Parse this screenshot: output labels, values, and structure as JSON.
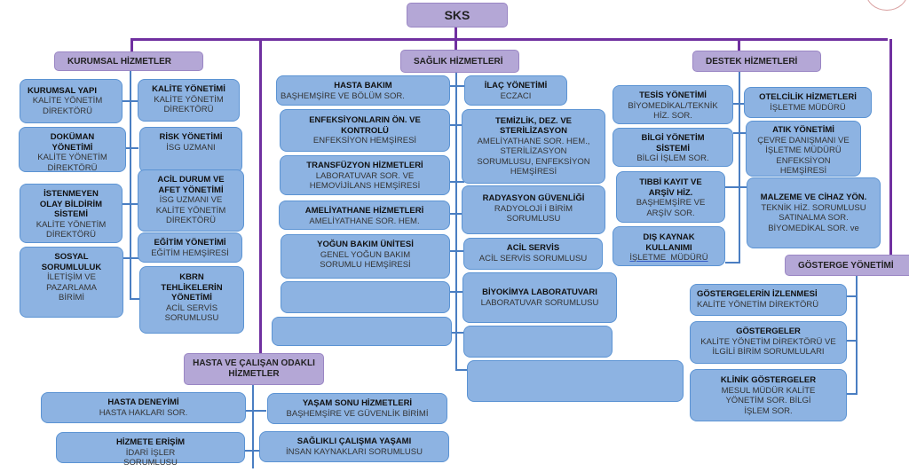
{
  "root": {
    "title": "SKS"
  },
  "colors": {
    "header_fill": "#b4a7d6",
    "box_fill": "#8db3e2",
    "purple_line": "#7030a0",
    "blue_line": "#4a7ec2"
  },
  "kurumsal": {
    "title": "KURUMSAL HİZMETLER",
    "left": [
      {
        "title": "KURUMSAL YAPI",
        "sub": "KALİTE YÖNETİM DİREKTÖRÜ"
      },
      {
        "title": "DOKÜMAN YÖNETİMİ",
        "sub": "KALİTE YÖNETİM DİREKTÖRÜ"
      },
      {
        "title": "İSTENMEYEN OLAY BİLDİRİM SİSTEMİ",
        "sub": "KALİTE YÖNETİM DİREKTÖRÜ"
      },
      {
        "title": "SOSYAL SORUMLULUK",
        "sub": "İLETİŞİM VE PAZARLAMA BİRİMİ"
      }
    ],
    "right": [
      {
        "title": "KALİTE YÖNETİMİ",
        "sub": "KALİTE YÖNETİM DİREKTÖRÜ"
      },
      {
        "title": "RİSK YÖNETİMİ",
        "sub": "İSG UZMANI"
      },
      {
        "title": "ACİL DURUM VE AFET YÖNETİMİ",
        "sub": "İSG UZMANI VE KALİTE YÖNETİM DİREKTÖRÜ"
      },
      {
        "title": "EĞİTİM YÖNETİMİ",
        "sub": "EĞİTİM HEMŞİRESİ"
      },
      {
        "title": "KBRN TEHLİKELERİN YÖNETİMİ",
        "sub": "ACİL SERVİS SORUMLUSU"
      }
    ]
  },
  "saglik": {
    "title": "SAĞLIK HİZMETLERİ",
    "left": [
      {
        "title": "HASTA BAKIM",
        "sub": "BAŞHEMŞİRE VE BÖLÜM SOR."
      },
      {
        "title": "ENFEKSİYONLARIN ÖN. VE KONTROLÜ",
        "sub": "ENFEKSİYON HEMŞİRESİ"
      },
      {
        "title": "TRANSFÜZYON HİZMETLERİ",
        "sub": "LABORATUVAR SOR. VE HEMOVİJİLANS HEMŞİRESİ"
      },
      {
        "title": "AMELİYATHANE HİZMETLERİ",
        "sub": "AMELİYATHANE SOR. HEM."
      },
      {
        "title": "YOĞUN BAKIM ÜNİTESİ",
        "sub": "GENEL YOĞUN BAKIM SORUMLU HEMŞİRESİ"
      },
      {
        "title": "",
        "sub": ""
      },
      {
        "title": "",
        "sub": ""
      }
    ],
    "right": [
      {
        "title": "İLAÇ YÖNETİMİ",
        "sub": "ECZACI"
      },
      {
        "title": "TEMİZLİK, DEZ. VE STERİLİZASYON",
        "sub": "AMELİYATHANE SOR. HEM., STERİLİZASYON SORUMLUSU, ENFEKSİYON HEMŞİRESİ"
      },
      {
        "title": "RADYASYON GÜVENLİĞİ",
        "sub": "RADYOLOJİ İ BİRİM SORUMLUSU"
      },
      {
        "title": "ACİL SERVİS",
        "sub": "ACİL SERVİS SORUMLUSU"
      },
      {
        "title": "BİYOKİMYA LABORATUVARI",
        "sub": "LABORATUVAR SORUMLUSU"
      },
      {
        "title": "",
        "sub": ""
      },
      {
        "title": "",
        "sub": ""
      }
    ]
  },
  "destek": {
    "title": "DESTEK HİZMETLERİ",
    "left": [
      {
        "title": "TESİS YÖNETİMİ",
        "sub": "BİYOMEDİKAL/TEKNİK HİZ. SOR."
      },
      {
        "title": "BİLGİ YÖNETİM SİSTEMİ",
        "sub": "BİLGİ İŞLEM SOR."
      },
      {
        "title": "TIBBİ KAYIT VE ARŞİV HİZ.",
        "sub": "BAŞHEMŞİRE VE ARŞİV SOR."
      },
      {
        "title": "DIŞ KAYNAK KULLANIMI",
        "sub": "İŞLETME  MÜDÜRÜ"
      }
    ],
    "right": [
      {
        "title": "OTELCİLİK HİZMETLERİ",
        "sub": "İŞLETME MÜDÜRÜ"
      },
      {
        "title": "ATIK YÖNETİMİ",
        "sub": "ÇEVRE DANIŞMANI VE İŞLETME MÜDÜRÜ ENFEKSİYON HEMŞİRESİ"
      },
      {
        "title": "MALZEME VE CİHAZ YÖN.",
        "sub": "TEKNİK HİZ. SORUMLUSU SATINALMA SOR. BİYOMEDİKAL SOR. ve"
      }
    ]
  },
  "gosterge": {
    "title": "GÖSTERGE YÖNETİMİ",
    "items": [
      {
        "title": "GÖSTERGELERİN İZLENMESİ",
        "sub": "KALİTE YÖNETİM DİREKTÖRÜ"
      },
      {
        "title": "GÖSTERGELER",
        "sub": "KALİTE YÖNETİM DİREKTÖRÜ VE İLGİLİ BİRİM SORUMLULARI"
      },
      {
        "title": "KLİNİK GÖSTERGELER",
        "sub": "MESUL MÜDÜR KALİTE YÖNETİM SOR. BİLGİ İŞLEM SOR."
      }
    ]
  },
  "hasta": {
    "title": "HASTA VE ÇALIŞAN ODAKLI HİZMETLER",
    "left": [
      {
        "title": "HASTA DENEYİMİ",
        "sub": "HASTA HAKLARI SOR."
      },
      {
        "title": "HİZMETE ERİŞİM",
        "sub": "İDARİ İŞLER SORUMLUSU"
      }
    ],
    "right": [
      {
        "title": "YAŞAM SONU HİZMETLERİ",
        "sub": "BAŞHEMŞİRE VE GÜVENLİK BİRİMİ"
      },
      {
        "title": "SAĞLIKLI ÇALIŞMA YAŞAMI",
        "sub": "İNSAN KAYNAKLARI SORUMLUSU"
      }
    ]
  }
}
